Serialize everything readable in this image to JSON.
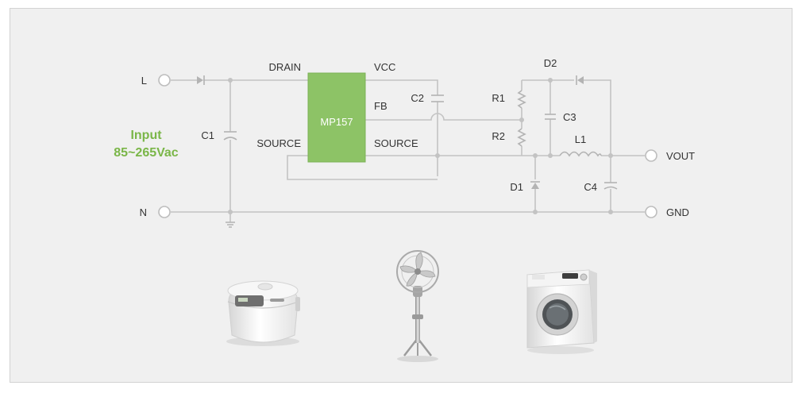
{
  "diagram": {
    "chip": {
      "name": "MP157",
      "pins": {
        "drain": "DRAIN",
        "vcc": "VCC",
        "fb": "FB",
        "source_left": "SOURCE",
        "source_right": "SOURCE"
      }
    },
    "input": {
      "line1": "Input",
      "line2": "85~265Vac"
    },
    "terminals": {
      "line": "L",
      "neutral": "N",
      "vout": "VOUT",
      "gnd": "GND"
    },
    "components": {
      "c1": "C1",
      "c2": "C2",
      "c3": "C3",
      "c4": "C4",
      "r1": "R1",
      "r2": "R2",
      "d1": "D1",
      "d2": "D2",
      "l1": "L1"
    },
    "colors": {
      "chip_fill": "#8dc366",
      "input_text": "#7ab648",
      "wire": "#c3c3c3",
      "background": "#f0f0f0"
    }
  },
  "appliances": [
    {
      "icon": "rice-cooker-icon"
    },
    {
      "icon": "stand-fan-icon"
    },
    {
      "icon": "washing-machine-icon"
    }
  ]
}
